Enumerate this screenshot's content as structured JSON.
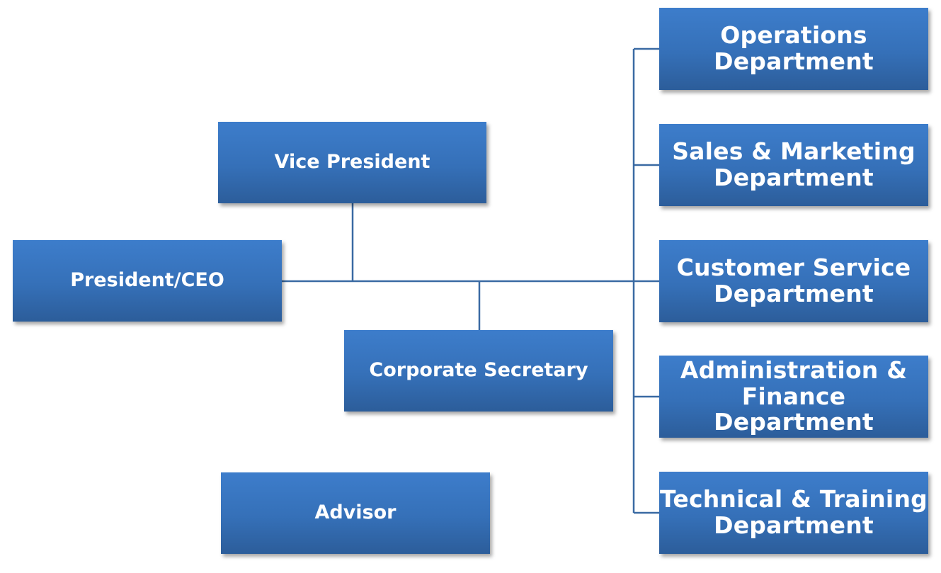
{
  "org_chart": {
    "president": "President/CEO",
    "vice_president": "Vice President",
    "corporate_secretary": "Corporate Secretary",
    "advisor": "Advisor",
    "departments": [
      "Operations\nDepartment",
      "Sales & Marketing\nDepartment",
      "Customer Service\nDepartment",
      "Administration &\nFinance Department",
      "Technical & Training\nDepartment"
    ]
  },
  "colors": {
    "box_fill": "#3570b8",
    "connector": "#3a6aa3",
    "text": "#ffffff"
  }
}
